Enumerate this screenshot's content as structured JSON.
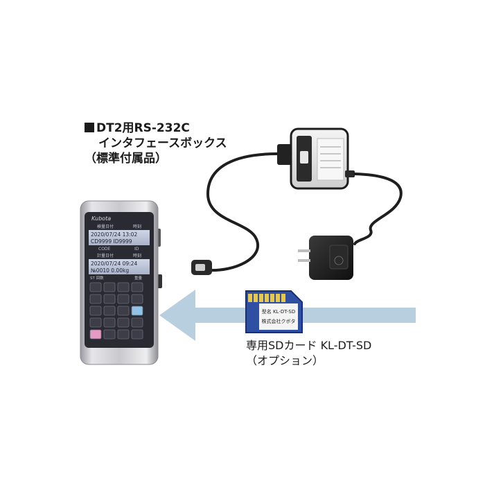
{
  "interface_box": {
    "line1": "DT2用RS-232C",
    "line2": "インタフェースボックス",
    "line3": "（標準付属品）"
  },
  "sd_card": {
    "line1": "専用SDカード KL-DT-SD",
    "line2": "（オプション）",
    "card_text_1": "型名 KL-DT-SD",
    "card_text_2": "株式会社クボタ"
  },
  "device": {
    "brand": "Kubota",
    "lcd1_header_left": "検量日付",
    "lcd1_header_right": "時刻",
    "lcd1_line1": "2020/07/24 13:02",
    "lcd1_line2": "CD9999 ID9999",
    "lcd1_footer_left": "CODE",
    "lcd1_footer_right": "ID",
    "lcd2_header_left": "計量日付",
    "lcd2_header_right": "時刻",
    "lcd2_line1": "2020/07/24 09:24",
    "lcd2_line2": "№0010  0.00kg",
    "lcd2_footer_left": "ST 回数",
    "lcd2_footer_right": "重量"
  },
  "colors": {
    "arrow": "#b8cfe0",
    "device_face": "#2a2a33",
    "sd_card_blue": "#2f4fa3"
  }
}
